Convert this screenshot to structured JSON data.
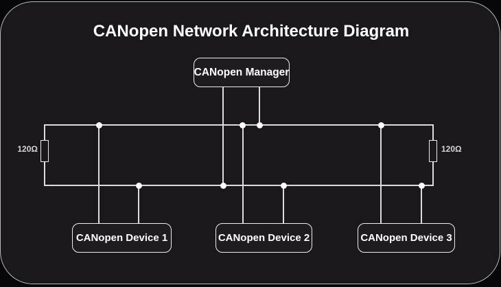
{
  "title": "CANopen Network Architecture Diagram",
  "nodes": {
    "manager": {
      "label": "CANopen Manager"
    },
    "device1": {
      "label": "CANopen Device 1"
    },
    "device2": {
      "label": "CANopen Device 2"
    },
    "device3": {
      "label": "CANopen Device 3"
    }
  },
  "bus": {
    "terminator_left_label": "120Ω",
    "terminator_right_label": "120Ω"
  },
  "colors": {
    "page_background": "#070709",
    "canvas_background": "#1a181c",
    "wire": "#dcdcdc",
    "node_border": "#efefef",
    "text": "#ffffff"
  }
}
